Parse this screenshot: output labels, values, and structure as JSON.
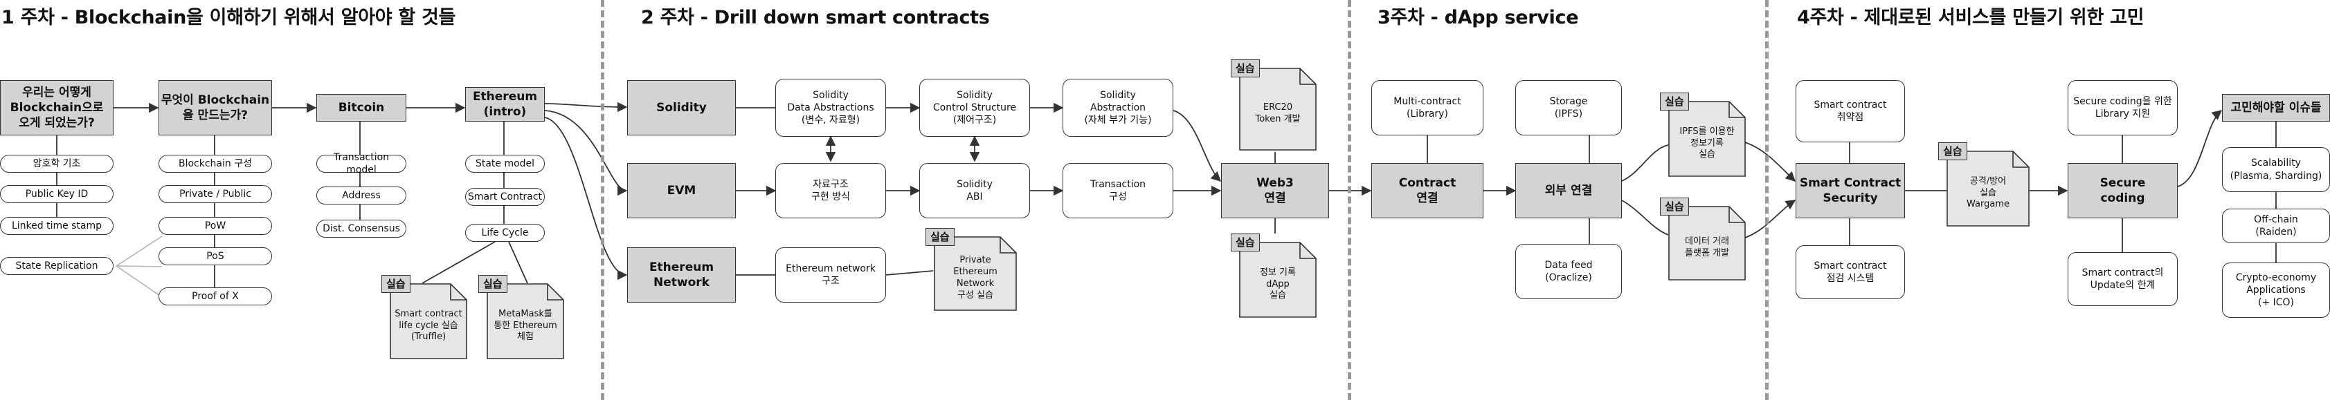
{
  "weeks": [
    {
      "id": "w1",
      "title": "1 주차 - Blockchain을 이해하기 위해서 알아야 할 것들"
    },
    {
      "id": "w2",
      "title": "2 주차 - Drill down smart contracts"
    },
    {
      "id": "w3",
      "title": "3주차 - dApp service"
    },
    {
      "id": "w4",
      "title": "4주차 - 제대로된 서비스를 만들기 위한 고민"
    }
  ],
  "practice_label": "실습",
  "w1": {
    "main1": "우리는 어떻게\nBlockchain으로\n오게 되었는가?",
    "main2": "무엇이 Blockchain\n을 만드는가?",
    "bitcoin": "Bitcoin",
    "ethereum": "Ethereum\n(intro)",
    "col1": [
      "암호학 기초",
      "Public Key ID",
      "Linked time stamp",
      "State Replication"
    ],
    "col2": [
      "Blockchain 구성",
      "Private / Public",
      "PoW",
      "PoS",
      "Proof of X"
    ],
    "col3": [
      "Transaction model",
      "Address",
      "Dist. Consensus"
    ],
    "col4": [
      "State model",
      "Smart Contract",
      "Life Cycle"
    ],
    "notes": [
      "Smart contract\nlife cycle 실습\n(Truffle)",
      "MetaMask를\n통한 Ethereum\n체험"
    ]
  },
  "w2": {
    "solidity": "Solidity",
    "evm": "EVM",
    "ethnet": "Ethereum\nNetwork",
    "row1": [
      "Solidity\nData Abstractions\n(변수, 자료형)",
      "Solidity\nControl Structure\n(제어구조)",
      "Solidity\nAbstraction\n(자체 부가 기능)"
    ],
    "row2": [
      "자료구조\n구현 방식",
      "Solidity\nABI",
      "Transaction\n구성"
    ],
    "row3": "Ethereum network\n구조",
    "notes": [
      "Private\nEthereum\nNetwork\n구성 실습",
      "ERC20\nToken 개발",
      "정보 기록\ndApp\n실습"
    ],
    "web3": "Web3\n연결"
  },
  "w3": {
    "contract": "Contract\n연결",
    "external": "외부 연결",
    "multi": "Multi-contract\n(Library)",
    "storage": "Storage\n(IPFS)",
    "datafeed": "Data feed\n(Oraclize)",
    "notes": [
      "IPFS를 이용한\n정보기록\n실습",
      "데이터 거래\n플랫폼 개발"
    ]
  },
  "w4": {
    "security": "Smart Contract\nSecurity",
    "vuln": "Smart contract\n취약점",
    "audit": "Smart contract\n점검 시스템",
    "secure": "Secure\ncoding",
    "lib": "Secure coding을 위한\nLibrary 지원",
    "update": "Smart contract의\nUpdate의 한계",
    "issues": "고민해야할 이슈들",
    "issue_items": [
      "Scalability\n(Plasma, Sharding)",
      "Off-chain\n(Raiden)",
      "Crypto-economy\nApplications\n(+ ICO)"
    ],
    "note": "공격/방어\n실습\nWargame"
  }
}
